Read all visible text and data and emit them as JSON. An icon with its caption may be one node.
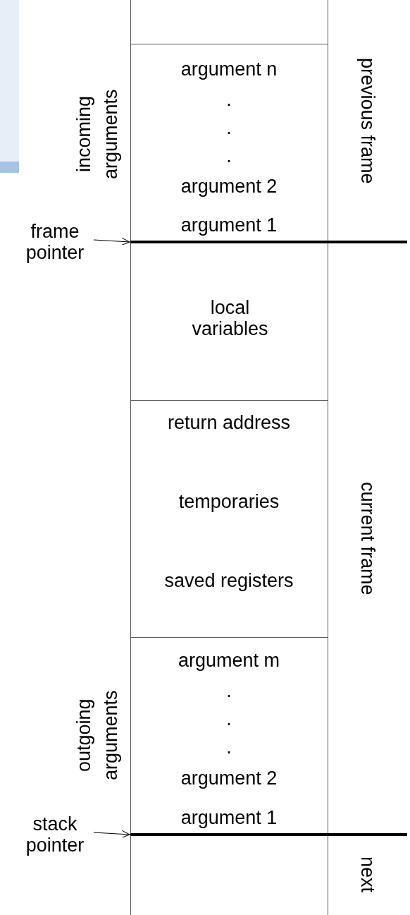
{
  "diagram": {
    "nodes": [
      {
        "text": [],
        "shape": "box"
      },
      {
        "text": [
          "argument n",
          ".",
          ".",
          ".",
          "argument 2",
          "argument 1"
        ],
        "beside": [
          "incoming arguments"
        ]
      },
      {
        "text": [
          "local variables"
        ]
      },
      {
        "text": [
          "return address",
          "temporaries",
          "saved registers"
        ]
      },
      {
        "text": [
          "argument m",
          ".",
          ".",
          ".",
          "argument 2",
          "argument 1"
        ],
        "beside": [
          "outgoing arguments"
        ]
      },
      {
        "text": [],
        "shape": "box"
      },
      {
        "text": [
          "previous frame"
        ]
      },
      {
        "text": [
          "current frame"
        ]
      },
      {
        "text": [
          "next"
        ]
      },
      {
        "text": [
          "frame pointer"
        ]
      },
      {
        "text": [
          "stack pointer"
        ]
      },
      {
        "text": [],
        "shape": "bar"
      },
      {
        "text": [],
        "shape": "bar"
      }
    ],
    "edges": [
      {
        "from": 9,
        "to": 11,
        "arrow": "to"
      },
      {
        "from": 10,
        "to": 12,
        "arrow": "to"
      }
    ]
  }
}
